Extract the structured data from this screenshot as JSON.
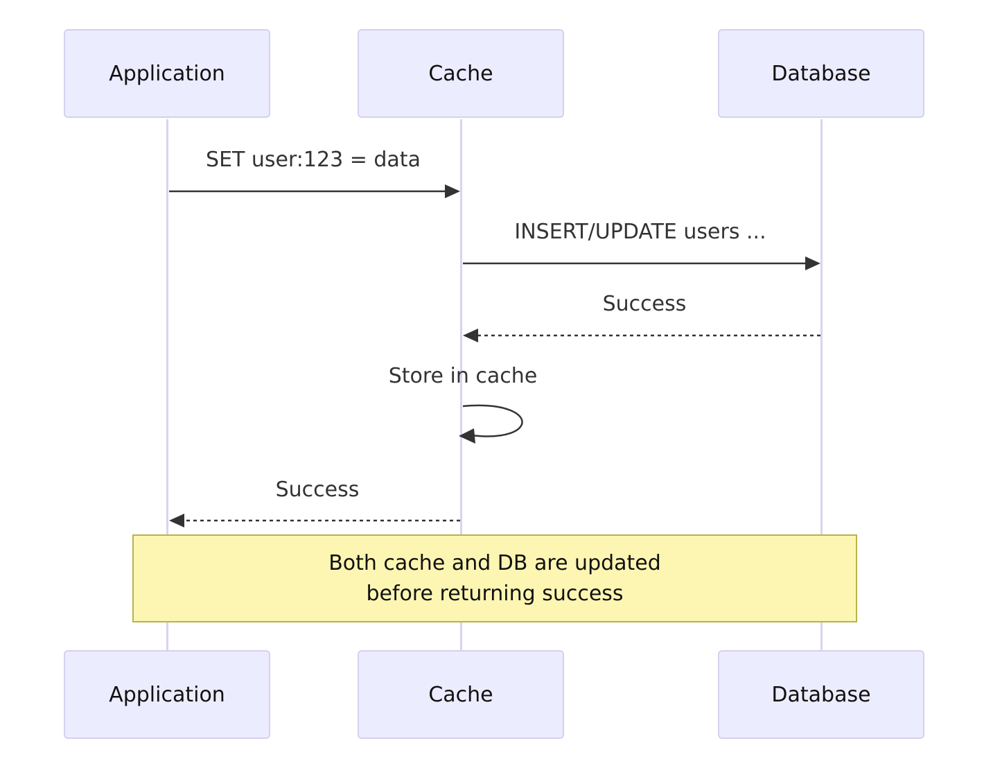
{
  "participants": {
    "application": "Application",
    "cache": "Cache",
    "database": "Database"
  },
  "messages": [
    {
      "from": "Application",
      "to": "Cache",
      "label": "SET user:123 = data",
      "style": "solid"
    },
    {
      "from": "Cache",
      "to": "Database",
      "label": "INSERT/UPDATE users ...",
      "style": "solid"
    },
    {
      "from": "Database",
      "to": "Cache",
      "label": "Success",
      "style": "dashed"
    },
    {
      "from": "Cache",
      "to": "Cache",
      "label": "Store in cache",
      "style": "solid"
    },
    {
      "from": "Cache",
      "to": "Application",
      "label": "Success",
      "style": "dashed"
    }
  ],
  "note": {
    "line1": "Both cache and DB are updated",
    "line2": "before returning success"
  },
  "colors": {
    "actor_fill": "#ececff",
    "actor_border": "#d5d1ee",
    "lifeline": "#d9d3ee",
    "arrow": "#333333",
    "note_fill": "#fdf6b3",
    "note_border": "#b8b24a"
  }
}
